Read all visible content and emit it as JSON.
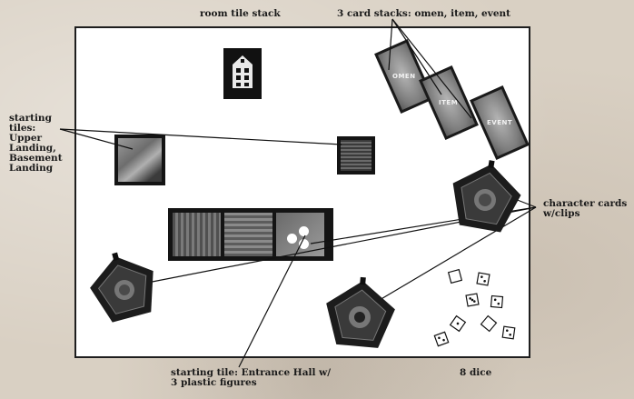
{
  "labels": {
    "room_tile_stack": "room tile stack",
    "card_stacks": "3 card stacks: omen, item, event",
    "starting_tiles": [
      "starting",
      "tiles:",
      "Upper",
      "Landing,",
      "Basement",
      "Landing"
    ],
    "character_cards": [
      "character cards",
      "w/clips"
    ],
    "entrance_hall": [
      "starting tile: Entrance Hall w/",
      "3 plastic figures"
    ],
    "dice": "8 dice"
  },
  "cards": [
    {
      "name": "omen-card",
      "text": "OMEN"
    },
    {
      "name": "item-card",
      "text": "ITEM"
    },
    {
      "name": "event-card",
      "text": "EVENT"
    }
  ],
  "dice_pips": [
    0,
    2,
    3,
    2,
    1,
    0,
    2,
    2
  ],
  "colors": {
    "background": "#d9d0c3",
    "board": "#ffffff",
    "tile_dark": "#141414",
    "figure": "#ffffff"
  },
  "icons": [
    "house-icon",
    "pentagon-character-card",
    "plastic-figure"
  ]
}
